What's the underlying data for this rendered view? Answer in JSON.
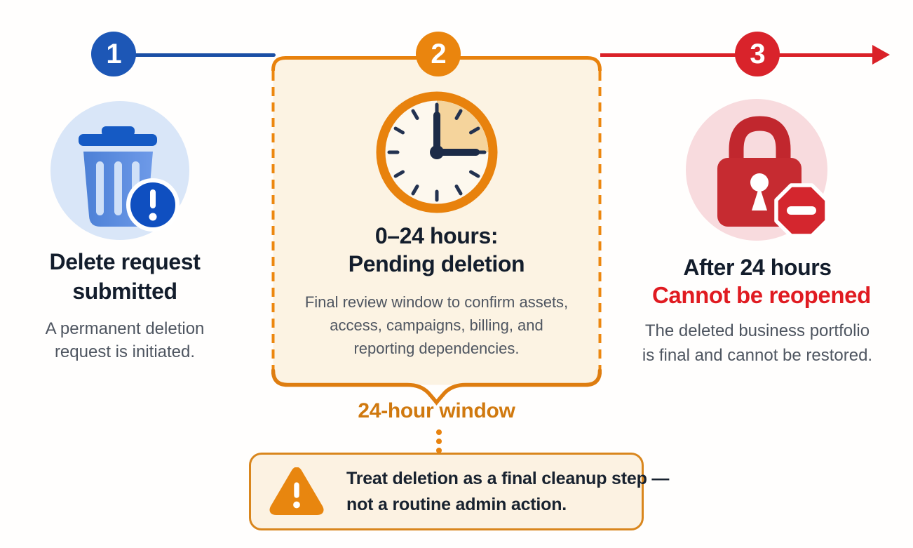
{
  "steps": [
    {
      "number": "1",
      "title_lines": [
        "Delete request",
        "submitted"
      ],
      "description": "A permanent deletion request is initiated.",
      "icon": "trash-delete-alert-icon",
      "accent_color": "#1d57b6"
    },
    {
      "number": "2",
      "title_lines": [
        "0–24 hours:",
        "Pending deletion"
      ],
      "description": "Final review window to confirm assets, access, campaigns, billing, and reporting dependencies.",
      "icon": "clock-24h-icon",
      "accent_color": "#e8830f"
    },
    {
      "number": "3",
      "title_lines": [
        "After 24 hours",
        "Cannot be reopened"
      ],
      "description": "The deleted business portfolio is final and cannot be restored.",
      "icon": "lock-cannot-reopen-icon",
      "accent_color": "#d9232b"
    }
  ],
  "window_label": "24-hour window",
  "callout": {
    "icon": "warning-triangle-icon",
    "lines": [
      "Treat deletion as a final cleanup step —",
      "not a routine admin action."
    ]
  },
  "colors": {
    "timeline_blue": "#1a4fa5",
    "timeline_orange": "#e8820d",
    "timeline_red": "#da2128",
    "heading_navy": "#131d2c",
    "body_gray": "#4e5560",
    "red_warning_text": "#e01b21",
    "orange_label_text": "#d0790f",
    "panel_cream": "#fcf3e3",
    "callout_cream": "#fcf2e2",
    "callout_border": "#d9861d",
    "light_blue_circle": "#d9e6f8",
    "light_pink_circle": "#f8dbde",
    "clock_wedge": "#f5d49c",
    "trash_blue": "#155ac4",
    "lock_red": "#c62b31"
  }
}
